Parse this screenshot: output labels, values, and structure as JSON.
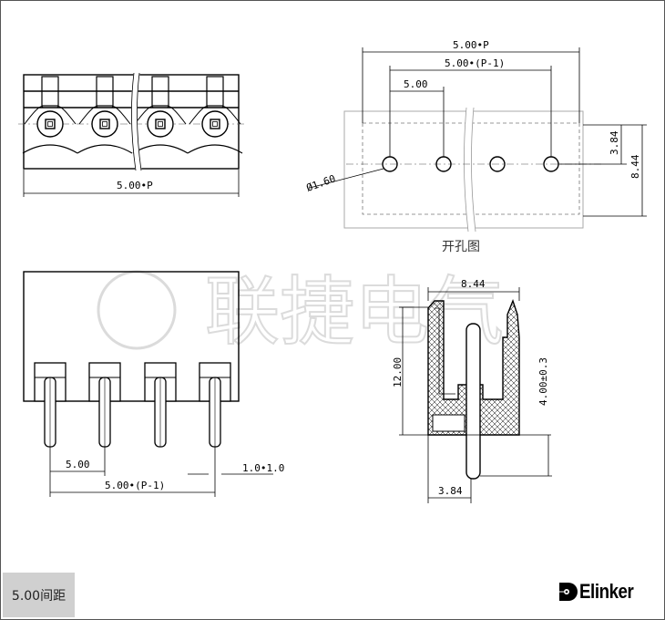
{
  "top_view": {
    "width_dim": "5.00•P"
  },
  "hole_pattern": {
    "caption": "开孔图",
    "dim_total": "5.00•P",
    "dim_span": "5.00•(P-1)",
    "dim_pitch": "5.00",
    "dim_hole": "Ø1.60",
    "dim_row": "3.84",
    "dim_height": "8.44"
  },
  "front_view": {
    "dim_pitch": "5.00",
    "dim_span": "5.00•(P-1)",
    "dim_pin": "1.0•1.0"
  },
  "side_view": {
    "dim_width": "8.44",
    "dim_height": "12.00",
    "dim_pin_length": "4.00±0.3",
    "dim_offset": "3.84"
  },
  "watermark": "联捷电气",
  "footer": {
    "pitch_label": "5.00间距",
    "brand": "Elinker"
  }
}
